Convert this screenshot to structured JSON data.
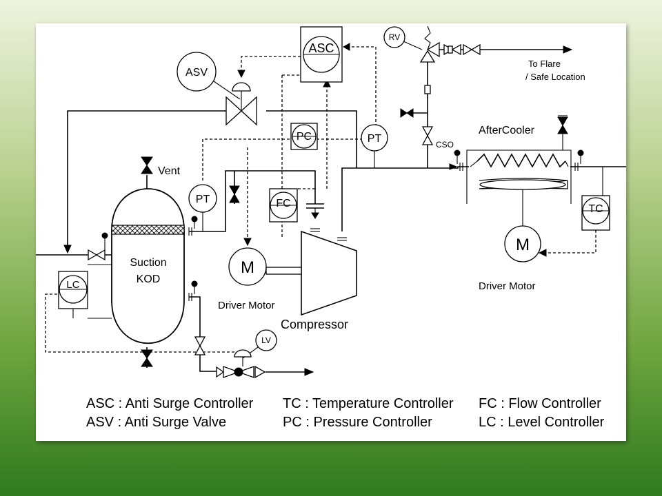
{
  "tags": {
    "asc": "ASC",
    "asv": "ASV",
    "pc": "PC",
    "pt1": "PT",
    "pt2": "PT",
    "fc": "FC",
    "lc": "LC",
    "tc": "TC",
    "rv": "RV",
    "lv": "LV",
    "m1": "M",
    "m2": "M"
  },
  "labels": {
    "vent": "Vent",
    "suction": "Suction",
    "kod": "KOD",
    "driver_motor_1": "Driver Motor",
    "driver_motor_2": "Driver Motor",
    "compressor": "Compressor",
    "aftercooler": "AfterCooler",
    "cso": "CSO",
    "to_flare_1": "To Flare",
    "to_flare_2": "/ Safe Location"
  },
  "legend": [
    "ASC : Anti Surge Controller",
    "ASV : Anti Surge Valve",
    "TC : Temperature Controller",
    "PC : Pressure Controller",
    "FC : Flow Controller",
    "LC : Level Controller"
  ]
}
